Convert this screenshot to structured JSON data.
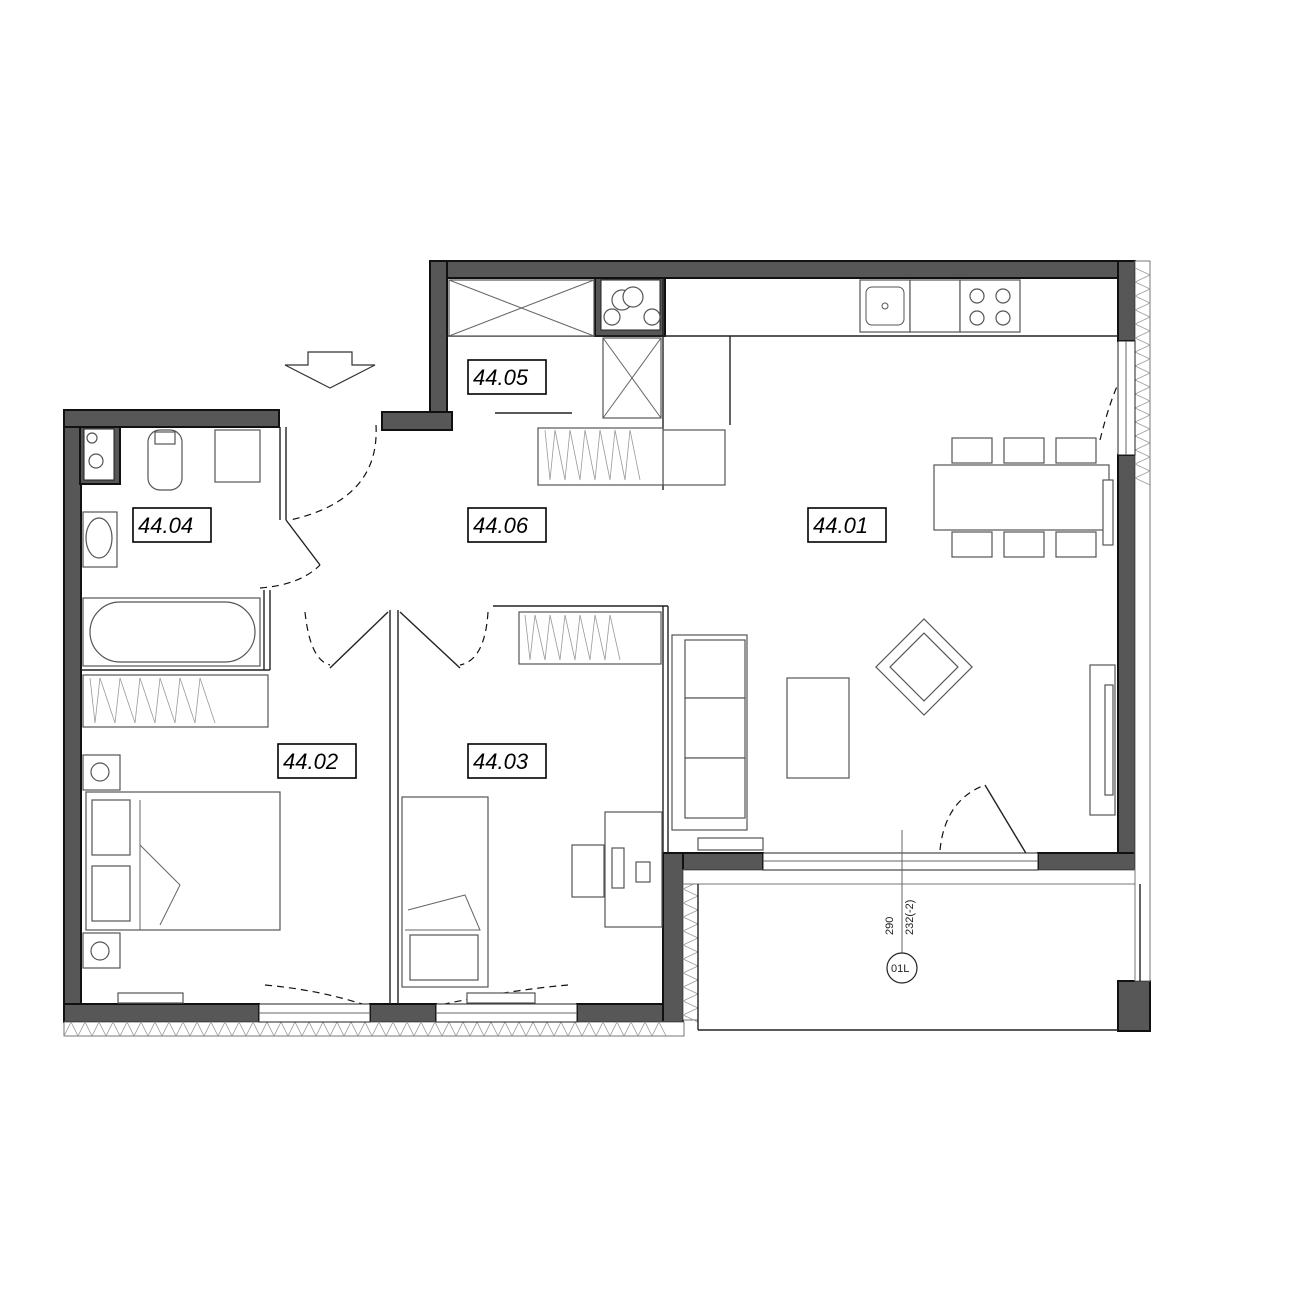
{
  "rooms": [
    {
      "id": "44.01"
    },
    {
      "id": "44.02"
    },
    {
      "id": "44.03"
    },
    {
      "id": "44.04"
    },
    {
      "id": "44.05"
    },
    {
      "id": "44.06"
    }
  ],
  "terrace": {
    "height_main": "290",
    "height_secondary": "232(-2)",
    "tag": "01L"
  },
  "colors": {
    "wall": "#575757",
    "line": "#222222"
  }
}
